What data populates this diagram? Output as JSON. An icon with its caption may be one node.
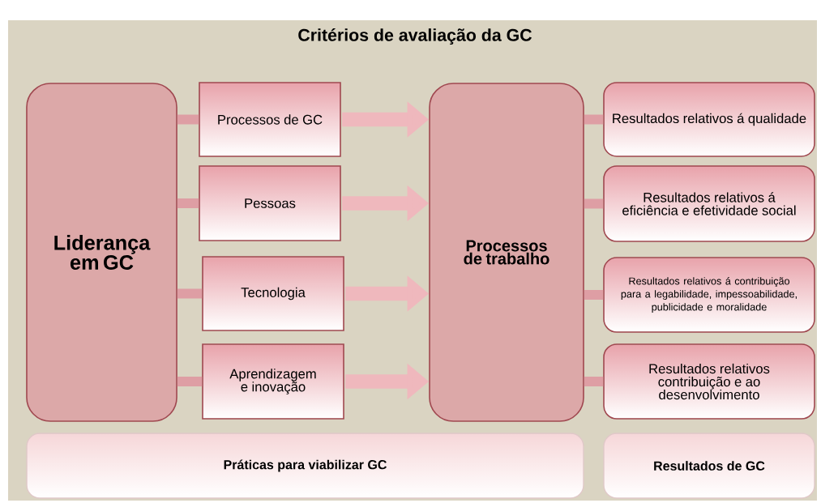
{
  "diagram": {
    "title": "Critérios de avaliação da GC",
    "nodes": [
      {
        "text": [
          "Liderança em GC"
        ]
      },
      {
        "text": [
          "Processos de GC"
        ]
      },
      {
        "text": [
          "Pessoas"
        ]
      },
      {
        "text": [
          "Tecnologia"
        ]
      },
      {
        "text": [
          "Aprendizagem e inovação"
        ]
      },
      {
        "text": [
          "Processos de trabalho"
        ]
      },
      {
        "text": [
          "Resultados relativos á qualidade"
        ]
      },
      {
        "text": [
          "Resultados relativos á eficiência e efetividade social"
        ]
      },
      {
        "text": [
          "Resultados relativos á contribuição para a legabilidade, impessoabilidade, publicidade e moralidade"
        ]
      },
      {
        "text": [
          "Resultados relativos contribuição e ao desenvolvimento"
        ]
      },
      {
        "text": [
          "Práticas para viabilizar  GC"
        ]
      },
      {
        "text": [
          "Resultados de GC"
        ]
      }
    ],
    "edges": [
      {
        "from": 0,
        "to": 1,
        "arrow": "none"
      },
      {
        "from": 0,
        "to": 2,
        "arrow": "none"
      },
      {
        "from": 0,
        "to": 3,
        "arrow": "none"
      },
      {
        "from": 0,
        "to": 4,
        "arrow": "none"
      },
      {
        "from": 1,
        "to": 5,
        "arrow": "to"
      },
      {
        "from": 2,
        "to": 5,
        "arrow": "to"
      },
      {
        "from": 3,
        "to": 5,
        "arrow": "to"
      },
      {
        "from": 4,
        "to": 5,
        "arrow": "to"
      },
      {
        "from": 5,
        "to": 6,
        "arrow": "none"
      },
      {
        "from": 5,
        "to": 7,
        "arrow": "none"
      },
      {
        "from": 5,
        "to": 8,
        "arrow": "none"
      },
      {
        "from": 5,
        "to": 9,
        "arrow": "none"
      }
    ]
  }
}
